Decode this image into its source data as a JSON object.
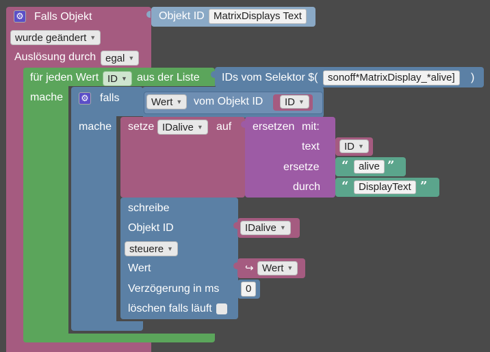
{
  "trigger": {
    "title": "Falls Objekt",
    "object_id_label": "Objekt ID",
    "object_id_value": "MatrixDisplays Text",
    "change_option": "wurde geändert",
    "trigger_by_label": "Auslösung durch",
    "trigger_by_value": "egal"
  },
  "loop": {
    "prefix": "für jeden Wert",
    "variable": "ID",
    "middle": "aus der Liste",
    "do_label": "mache",
    "selector_prefix": "IDs vom Selektor $(",
    "selector_value": "sonoff*MatrixDisplay_*alive]",
    "selector_suffix": ")"
  },
  "if_block": {
    "label": "falls",
    "do_label": "mache",
    "condition_property": "Wert",
    "condition_of_object": "vom Objekt ID",
    "condition_variable": "ID"
  },
  "set_block": {
    "label": "setze",
    "variable": "IDalive",
    "to_label": "auf"
  },
  "replace_block": {
    "label": "ersetzen",
    "with_label": "mit:",
    "text_label": "text",
    "text_variable": "ID",
    "replace_label": "ersetze",
    "replace_value": "alive",
    "by_label": "durch",
    "by_value": "DisplayText"
  },
  "write_block": {
    "label": "schreibe",
    "object_id_label": "Objekt ID",
    "object_id_variable": "IDalive",
    "mode_option": "steuere",
    "value_label": "Wert",
    "value_variable": "Wert",
    "value_icon": "↪",
    "delay_label": "Verzögerung in ms",
    "delay_value": "0",
    "clear_label": "löschen falls läuft"
  },
  "colors": {
    "trigger": "#a55b80",
    "loop": "#5ba55b",
    "control": "#5b80a5",
    "text": "#9d5ba5",
    "string": "#5ba58c",
    "object": "#5b80a5"
  }
}
